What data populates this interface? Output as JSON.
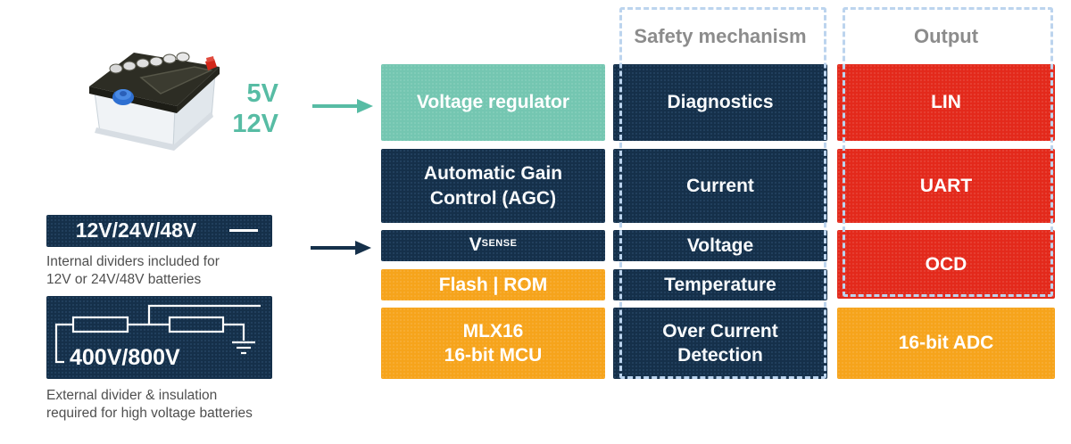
{
  "colors": {
    "navy": "#15304A",
    "teal_box": "#74C6B1",
    "teal_text": "#57BCA4",
    "orange": "#F6A41B",
    "red": "#E3291B",
    "dash_border": "#BCD4EE",
    "header_gray": "#8C8C8C",
    "caption_gray": "#4F4F4F"
  },
  "source": {
    "voltage_small": "5V",
    "voltage_large": "12V",
    "divider_box_label": "12V/24V/48V",
    "divider_caption": [
      "Internal dividers included for",
      "12V or 24V/48V batteries"
    ],
    "hv_box_label": "400V/800V",
    "hv_caption": [
      "External divider & insulation",
      "required for high voltage batteries"
    ]
  },
  "columns": {
    "safety_header": "Safety mechanism",
    "output_header": "Output"
  },
  "chip": {
    "voltage_regulator": "Voltage regulator",
    "agc": [
      "Automatic Gain",
      "Control (AGC)"
    ],
    "vsense": {
      "main": "V",
      "sub": "SENSE"
    },
    "flash_rom": "Flash | ROM",
    "mcu": [
      "MLX16",
      "16-bit MCU"
    ]
  },
  "safety": {
    "diagnostics": "Diagnostics",
    "current": "Current",
    "voltage": "Voltage",
    "temperature": "Temperature",
    "ocd": [
      "Over Current",
      "Detection"
    ]
  },
  "output": {
    "lin": "LIN",
    "uart": "UART",
    "ocd": "OCD",
    "adc": "16-bit ADC"
  }
}
